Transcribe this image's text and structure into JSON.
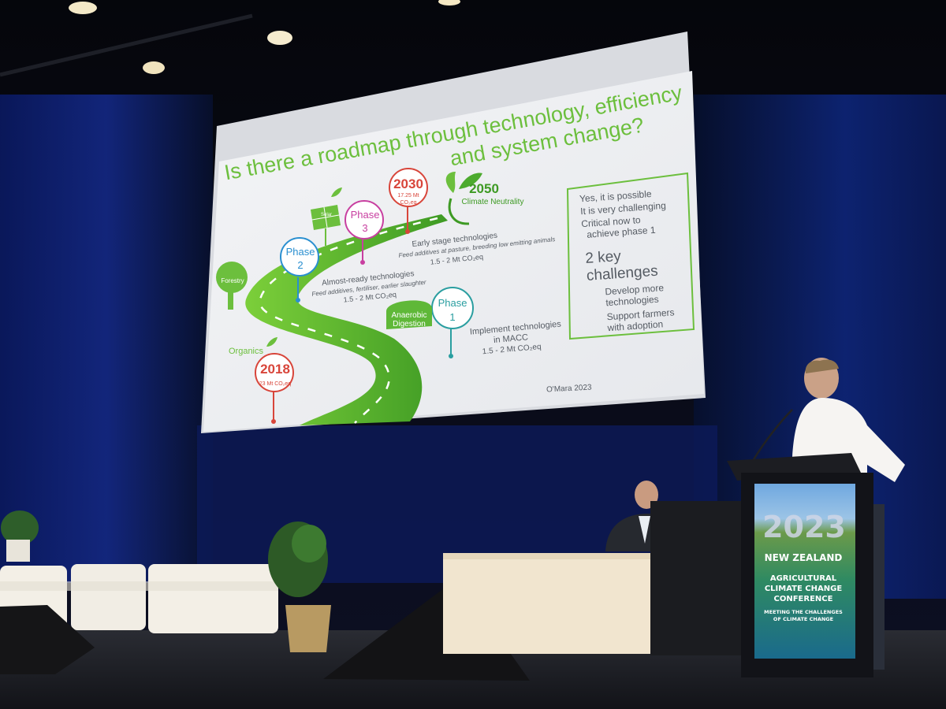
{
  "slide": {
    "title_line1": "Is there a roadmap through technology, efficiency",
    "title_line2": "and system change?",
    "milestone_2018": {
      "year": "2018",
      "value": "23 Mt CO₂eq"
    },
    "milestone_2030": {
      "year": "2030",
      "value_line1": "17.25 Mt",
      "value_line2": "CO₂eq"
    },
    "milestone_2050": {
      "year": "2050",
      "label": "Climate Neutrality"
    },
    "phase1": {
      "word": "Phase",
      "num": "1",
      "label_line1": "Implement technologies",
      "label_line2": "in MACC",
      "range": "1.5 - 2 Mt CO₂eq"
    },
    "phase2": {
      "word": "Phase",
      "num": "2",
      "label": "Almost-ready technologies",
      "detail": "Feed additives, fertiliser, earlier slaughter",
      "range": "1.5 - 2 Mt CO₂eq"
    },
    "phase3": {
      "word": "Phase",
      "num": "3",
      "label": "Early stage technologies",
      "detail": "Feed additives at pasture, breeding low emitting animals",
      "range": "1.5 - 2 Mt CO₂eq"
    },
    "tags": {
      "forestry": "Forestry",
      "organics": "Organics",
      "solar": "Solar",
      "anaerobic_line1": "Anaerobic",
      "anaerobic_line2": "Digestion"
    },
    "box": {
      "bullets": [
        "Yes, it is possible",
        "It is very challenging",
        "Critical now to",
        "achieve phase 1"
      ],
      "key_line1": "2 key",
      "key_line2": "challenges",
      "sub1_line1": "Develop more",
      "sub1_line2": "technologies",
      "sub2_line1": "Support farmers",
      "sub2_line2": "with adoption"
    },
    "citation": "O'Mara 2023",
    "colors": {
      "green": "#6cbf3d",
      "blue": "#2a8fd0",
      "pink": "#c83fa0",
      "red": "#d8453a",
      "teal": "#2a9ea0"
    }
  },
  "podium": {
    "year": "2023",
    "line1": "NEW ZEALAND",
    "line2": "AGRICULTURAL",
    "line3": "CLIMATE CHANGE",
    "line4": "CONFERENCE",
    "line5": "MEETING THE CHALLENGES",
    "line6": "OF CLIMATE CHANGE"
  }
}
